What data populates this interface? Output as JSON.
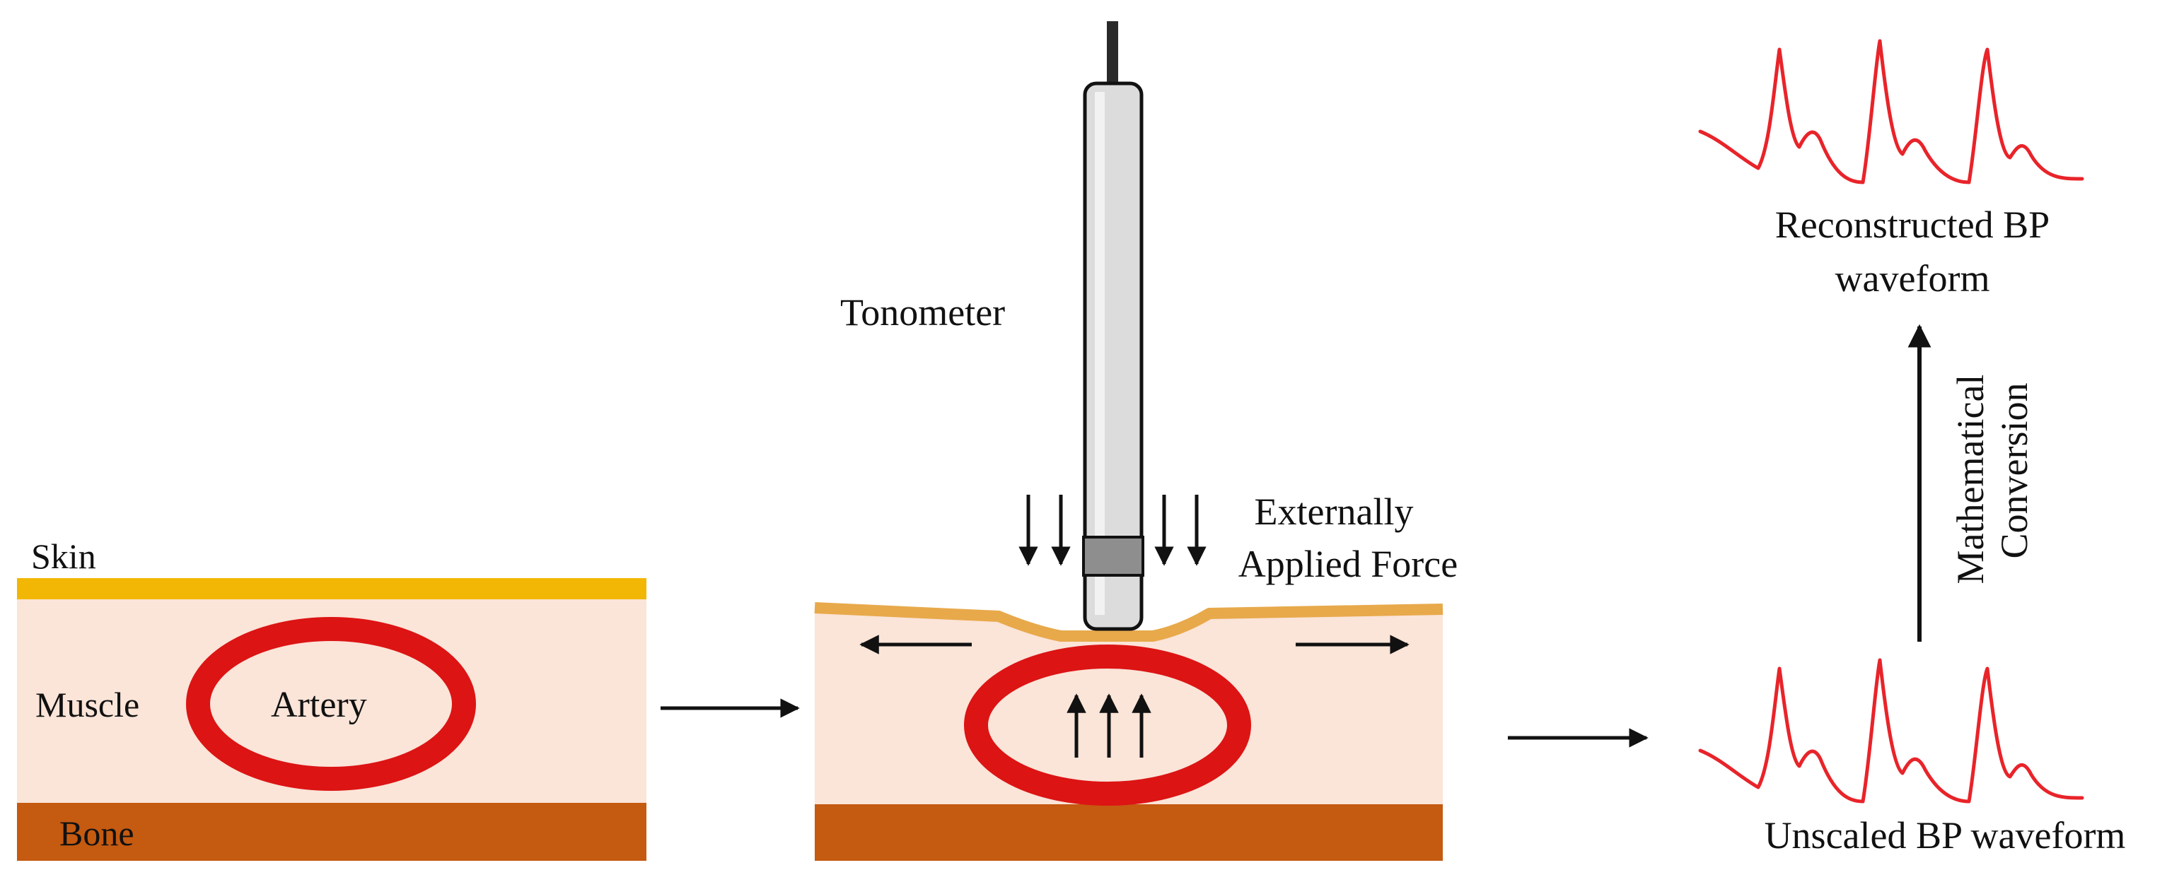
{
  "labels": {
    "skin": "Skin",
    "muscle": "Muscle",
    "artery": "Artery",
    "bone": "Bone",
    "tonometer": "Tonometer",
    "externally_line1": "Externally",
    "externally_line2": "Applied Force",
    "reconstructed_line1": "Reconstructed BP",
    "reconstructed_line2": "waveform",
    "mathematical": "Mathematical",
    "conversion": "Conversion",
    "unscaled": "Unscaled BP waveform"
  },
  "colors": {
    "skin": "#F2B705",
    "skin_pressed": "#E8A94B",
    "muscle": "#FBE4D8",
    "bone": "#C55A11",
    "artery": "#DC1414",
    "waveform": "#E8242A",
    "arrow": "#111111",
    "probe_body": "#DCDCDC",
    "probe_band": "#8E8E8E",
    "probe_outline": "#111111"
  },
  "icons": {
    "probe": "tonometer-probe-icon",
    "waveform": "bp-waveform-icon"
  }
}
